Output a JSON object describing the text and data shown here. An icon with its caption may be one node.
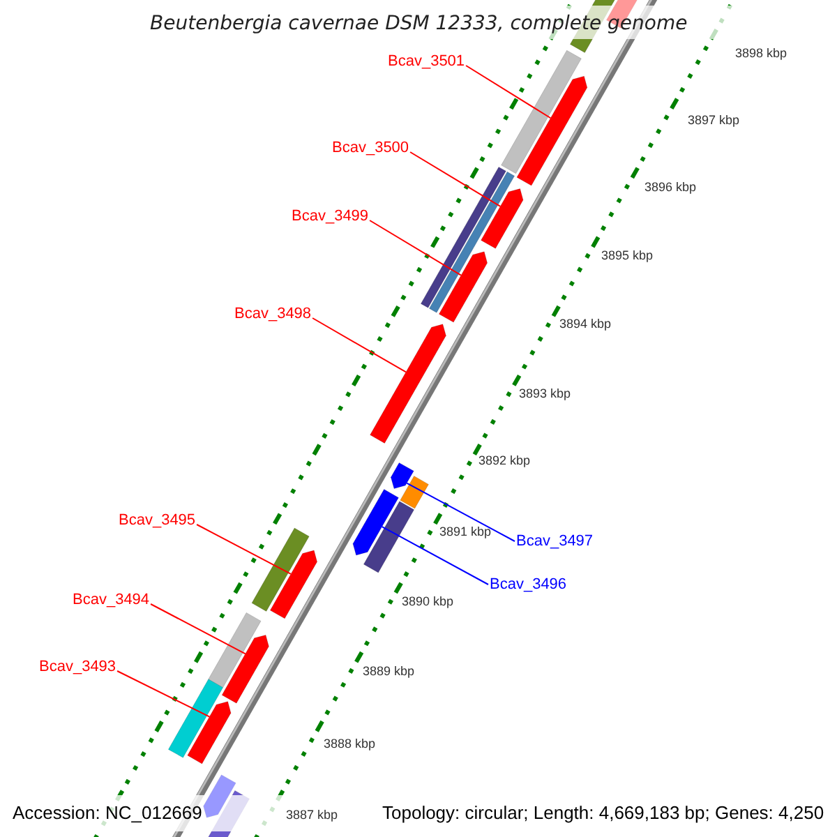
{
  "diagram": {
    "title": "Beutenbergia cavernae DSM 12333, complete genome",
    "nodes": [
      {
        "text": [
          "Bcav_3501"
        ]
      },
      {
        "text": [
          "Bcav_3500"
        ]
      },
      {
        "text": [
          "Bcav_3499"
        ]
      },
      {
        "text": [
          "Bcav_3498"
        ]
      },
      {
        "text": [
          "Bcav_3497"
        ]
      },
      {
        "text": [
          "Bcav_3496"
        ]
      },
      {
        "text": [
          "Bcav_3495"
        ]
      },
      {
        "text": [
          "Bcav_3494"
        ]
      },
      {
        "text": [
          "Bcav_3493"
        ]
      },
      {
        "text": [],
        "shape": "bar"
      },
      {
        "text": [],
        "shape": "bar"
      },
      {
        "text": [],
        "shape": "bar"
      },
      {
        "text": [],
        "shape": "bar"
      },
      {
        "text": [],
        "shape": "bar"
      },
      {
        "text": [],
        "shape": "bar"
      },
      {
        "text": [],
        "shape": "bar"
      },
      {
        "text": [],
        "shape": "bar"
      },
      {
        "text": [],
        "shape": "bar"
      },
      {
        "text": [],
        "shape": "bar"
      },
      {
        "text": [],
        "shape": "bar"
      }
    ],
    "edges": [
      {
        "from": 0,
        "to": 9,
        "arrow": "none"
      },
      {
        "from": 1,
        "to": 10,
        "arrow": "none"
      },
      {
        "from": 2,
        "to": 11,
        "arrow": "none"
      },
      {
        "from": 3,
        "to": 12,
        "arrow": "none"
      },
      {
        "from": 4,
        "to": 13,
        "arrow": "none",
        "color": "#0000ff"
      },
      {
        "from": 5,
        "to": 14,
        "arrow": "none",
        "color": "#0000ff"
      },
      {
        "from": 6,
        "to": 15,
        "arrow": "none"
      },
      {
        "from": 7,
        "to": 16,
        "arrow": "none"
      },
      {
        "from": 8,
        "to": 17,
        "arrow": "none"
      }
    ],
    "labels": [
      "3898 kbp",
      "3897 kbp",
      "3896 kbp",
      "3895 kbp",
      "3894 kbp",
      "3893 kbp",
      "3892 kbp",
      "3891 kbp",
      "3890 kbp",
      "3889 kbp",
      "3888 kbp",
      "3887 kbp",
      "Accession: NC_012669",
      "Topology: circular; Length: 4,669,183 bp; Genes: 4,250"
    ]
  }
}
